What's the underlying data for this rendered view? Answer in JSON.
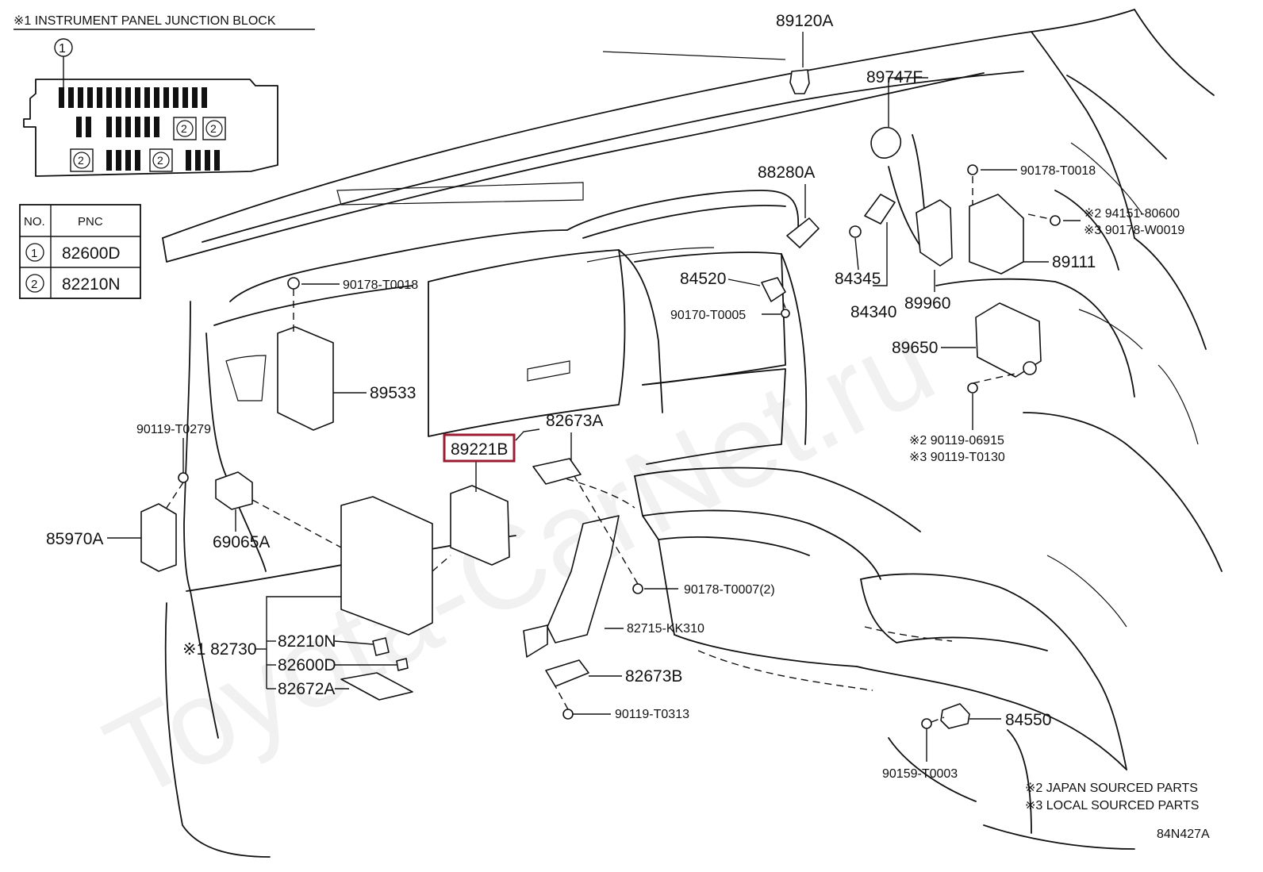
{
  "junction_block": {
    "title": "※1 INSTRUMENT PANEL JUNCTION BLOCK",
    "callout_1": "1",
    "fuse_slot_marker": "2"
  },
  "pnc_table": {
    "headers": [
      "NO.",
      "PNC"
    ],
    "rows": [
      {
        "no": "1",
        "pnc": "82600D"
      },
      {
        "no": "2",
        "pnc": "82210N"
      }
    ]
  },
  "parts": {
    "p89120A": "89120A",
    "p89747F": "89747F",
    "p90178_T0018_right": "90178-T0018",
    "p94151_80600": "※2 94151-80600",
    "p90178_W0019": "※3 90178-W0019",
    "p88280A": "88280A",
    "p89111": "89111",
    "p84520": "84520",
    "p84345": "84345",
    "p84340": "84340",
    "p89960": "89960",
    "p90170_T0005": "90170-T0005",
    "p89650": "89650",
    "p90178_T0018_left": "90178-T0018",
    "p89533": "89533",
    "p90119_T0279": "90119-T0279",
    "p82673A": "82673A",
    "p89221B": "89221B",
    "p90119_06915": "※2 90119-06915",
    "p90119_T0130": "※3 90119-T0130",
    "p85970A": "85970A",
    "p69065A": "69065A",
    "p90178_T0007": "90178-T0007(2)",
    "p82730": "※1 82730",
    "p82210N": "82210N",
    "p82600D": "82600D",
    "p82672A": "82672A",
    "p82715_KK310": "82715-KK310",
    "p82673B": "82673B",
    "p90119_T0313": "90119-T0313",
    "p84550": "84550",
    "p90159_T0003": "90159-T0003"
  },
  "notes": {
    "japan": "※2 JAPAN SOURCED PARTS",
    "local": "※3 LOCAL SOURCED PARTS",
    "diagram_code": "84N427A"
  },
  "watermark": "Toyota-CarNet.ru",
  "colors": {
    "highlight_box": "#9b1b30",
    "ink": "#111111",
    "watermark": "#d8d8d8"
  }
}
